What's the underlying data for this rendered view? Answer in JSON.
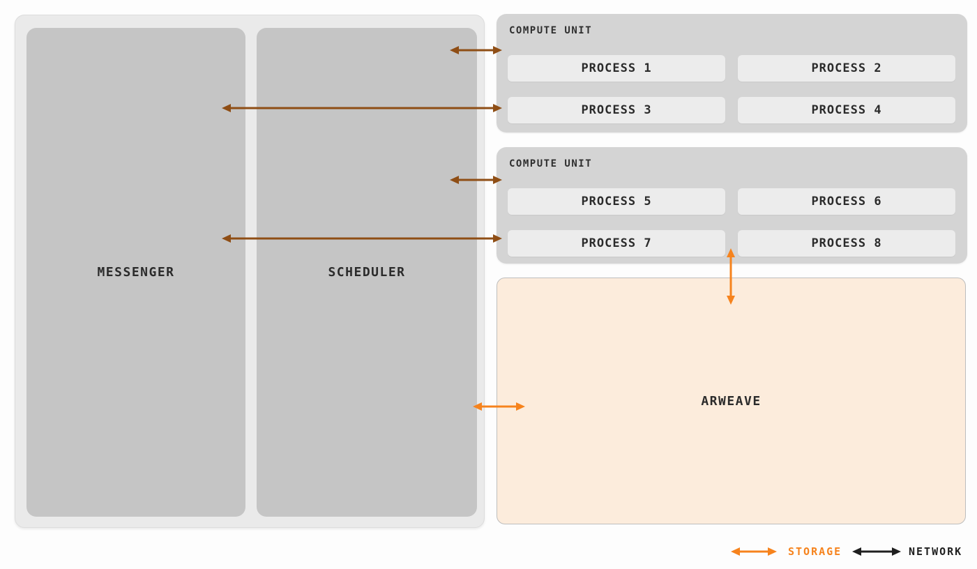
{
  "diagram": {
    "left_cluster": {
      "messenger_label": "MESSENGER",
      "scheduler_label": "SCHEDULER"
    },
    "compute_units": [
      {
        "title": "COMPUTE UNIT",
        "processes": [
          "PROCESS 1",
          "PROCESS 2",
          "PROCESS 3",
          "PROCESS 4"
        ]
      },
      {
        "title": "COMPUTE UNIT",
        "processes": [
          "PROCESS 5",
          "PROCESS 6",
          "PROCESS 7",
          "PROCESS 8"
        ]
      }
    ],
    "arweave_label": "ARWEAVE",
    "legend": {
      "storage_label": "STORAGE",
      "network_label": "NETWORK"
    },
    "colors": {
      "storage_accent": "#f6831d",
      "network_accent": "#1f1f1f",
      "diagram_arrow_brown": "#8f4e15",
      "arweave_fill": "#fcecdc"
    }
  }
}
